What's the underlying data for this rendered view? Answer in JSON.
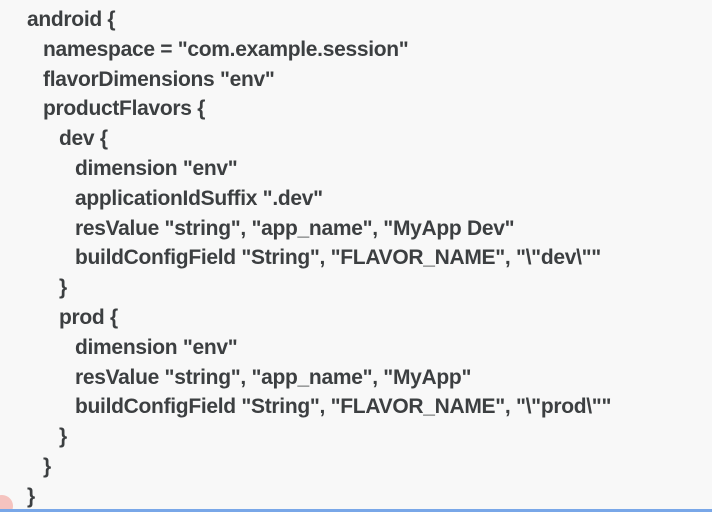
{
  "colors": {
    "background": "#f8f8f8",
    "text": "#3c3f41",
    "bottom_divider": "#79a7e8",
    "corner_accent": "#f5c3bf",
    "below_divider": "#ffffff"
  },
  "code": {
    "lines": [
      {
        "indent": 0,
        "text": "android {"
      },
      {
        "indent": 1,
        "text": "namespace = \"com.example.session\""
      },
      {
        "indent": 1,
        "text": "flavorDimensions \"env\""
      },
      {
        "indent": 1,
        "text": "productFlavors {"
      },
      {
        "indent": 2,
        "text": "dev {"
      },
      {
        "indent": 3,
        "text": "dimension \"env\""
      },
      {
        "indent": 3,
        "text": "applicationIdSuffix \".dev\""
      },
      {
        "indent": 3,
        "text": "resValue \"string\", \"app_name\", \"MyApp Dev\""
      },
      {
        "indent": 3,
        "text": "buildConfigField \"String\", \"FLAVOR_NAME\", \"\\\"dev\\\"\""
      },
      {
        "indent": 2,
        "text": "}"
      },
      {
        "indent": 2,
        "text": "prod {"
      },
      {
        "indent": 3,
        "text": "dimension \"env\""
      },
      {
        "indent": 3,
        "text": "resValue \"string\", \"app_name\", \"MyApp\""
      },
      {
        "indent": 3,
        "text": "buildConfigField \"String\", \"FLAVOR_NAME\", \"\\\"prod\\\"\""
      },
      {
        "indent": 2,
        "text": "}"
      },
      {
        "indent": 1,
        "text": "}"
      },
      {
        "indent": 0,
        "text": "}"
      }
    ]
  }
}
